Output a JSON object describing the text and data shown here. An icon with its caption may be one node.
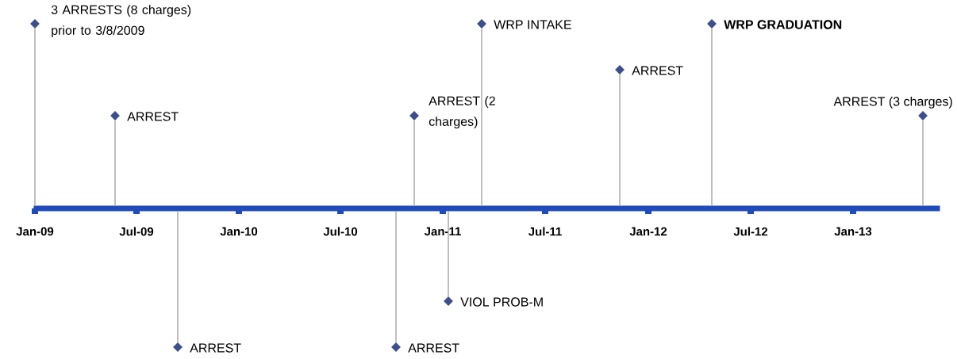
{
  "diagram": {
    "nodes": [
      {
        "text": [],
        "shape": "bar"
      },
      {
        "text": [],
        "shape": "diamond",
        "beside": [
          "3 ARRESTS (8 charges) prior to 3/8/2009"
        ]
      },
      {
        "text": [],
        "shape": "diamond",
        "beside": [
          "ARREST"
        ]
      },
      {
        "text": [],
        "shape": "diamond",
        "beside": [
          "ARREST"
        ]
      },
      {
        "text": [],
        "shape": "diamond",
        "beside": [
          "ARREST"
        ]
      },
      {
        "text": [],
        "shape": "diamond",
        "beside": [
          "ARREST (2 charges)"
        ]
      },
      {
        "text": [],
        "shape": "diamond",
        "beside": [
          "VIOL PROB-M"
        ]
      },
      {
        "text": [],
        "shape": "diamond",
        "beside": [
          "WRP INTAKE"
        ]
      },
      {
        "text": [],
        "shape": "diamond",
        "beside": [
          "ARREST"
        ]
      },
      {
        "text": [],
        "shape": "diamond",
        "beside": [
          "WRP GRADUATION"
        ]
      },
      {
        "text": [],
        "shape": "diamond",
        "beside": [
          "ARREST (3 charges)"
        ]
      }
    ],
    "edges": [
      {
        "from": 0,
        "to": 1,
        "arrow": "none"
      },
      {
        "from": 0,
        "to": 2,
        "arrow": "none"
      },
      {
        "from": 0,
        "to": 3,
        "arrow": "none"
      },
      {
        "from": 0,
        "to": 4,
        "arrow": "none"
      },
      {
        "from": 0,
        "to": 5,
        "arrow": "none"
      },
      {
        "from": 0,
        "to": 6,
        "arrow": "none"
      },
      {
        "from": 0,
        "to": 7,
        "arrow": "none"
      },
      {
        "from": 0,
        "to": 8,
        "arrow": "none"
      },
      {
        "from": 0,
        "to": 9,
        "arrow": "none"
      },
      {
        "from": 0,
        "to": 10,
        "arrow": "none"
      }
    ],
    "labels": [
      "Jan-09",
      "Jul-09",
      "Jan-10",
      "Jul-10",
      "Jan-11",
      "Jul-11",
      "Jan-12",
      "Jul-12",
      "Jan-13"
    ]
  }
}
